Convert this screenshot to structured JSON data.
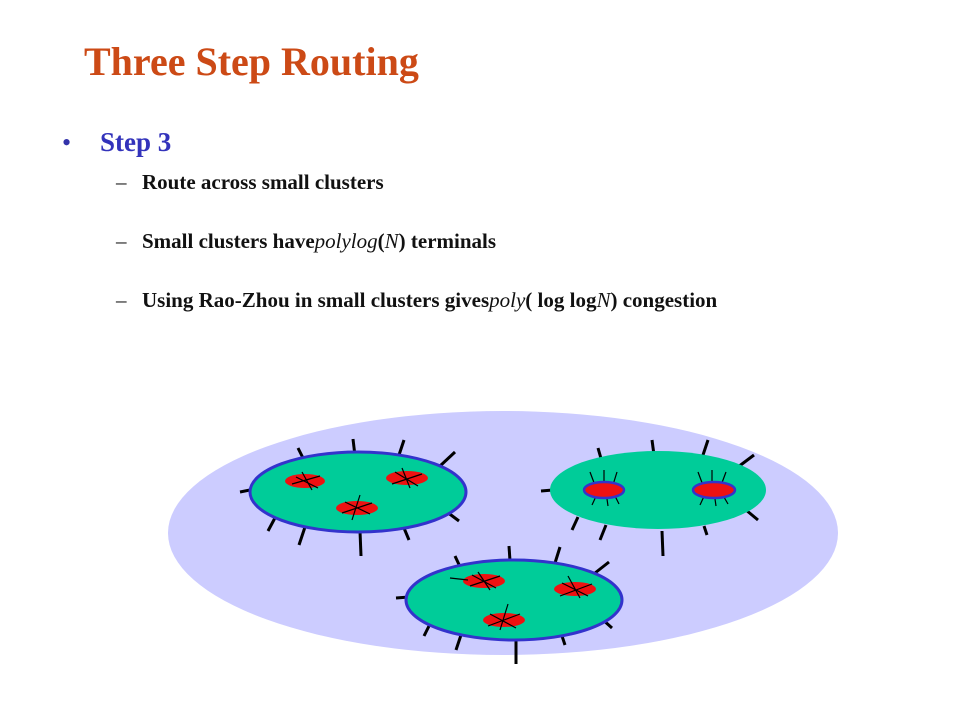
{
  "title": "Three Step Routing",
  "bullet": {
    "symbol": "•",
    "label": "Step 3"
  },
  "subitems": [
    {
      "dash": "–",
      "text": "Route across small clusters"
    },
    {
      "dash": "–",
      "pre": "Small clusters have ",
      "italic": "polylog",
      "mid1": "( ",
      "italic2": "N",
      "post": " ) terminals"
    },
    {
      "dash": "–",
      "pre": "Using Rao-Zhou in small clusters gives ",
      "italic": "poly",
      "mid1": "( log log ",
      "italic2": "N",
      "post": " ) congestion"
    }
  ],
  "colors": {
    "title": "#cc4a16",
    "bullet": "#3333bb",
    "big_region": "#ccccff",
    "cluster_fill": "#00cc99",
    "cluster_stroke": "#3333cc",
    "terminal_fill": "#ee1111",
    "edge": "#000000"
  }
}
